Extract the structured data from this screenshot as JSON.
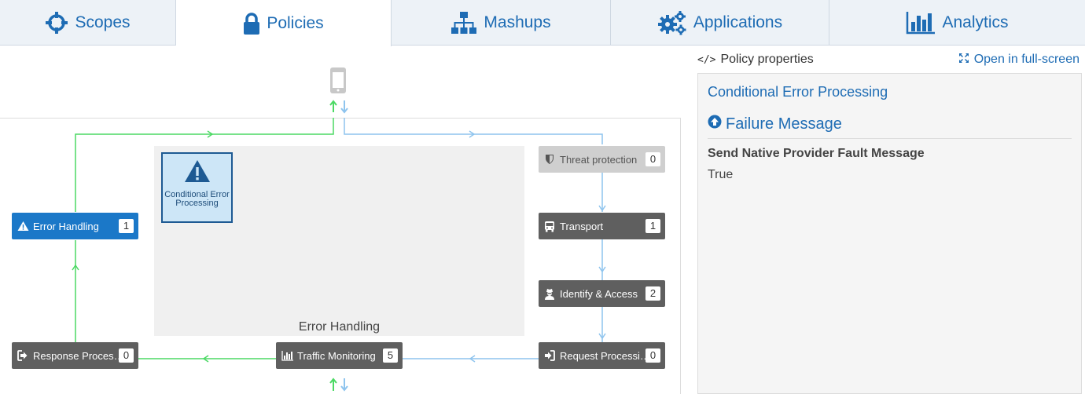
{
  "tabs": [
    {
      "label": "Scopes",
      "icon": "crosshair-icon",
      "active": false
    },
    {
      "label": "Policies",
      "icon": "lock-icon",
      "active": true
    },
    {
      "label": "Mashups",
      "icon": "sitemap-icon",
      "active": false
    },
    {
      "label": "Applications",
      "icon": "gears-icon",
      "active": false
    },
    {
      "label": "Analytics",
      "icon": "bar-chart-icon",
      "active": false
    }
  ],
  "properties": {
    "header_title": "Policy properties",
    "fullscreen_label": "Open in full-screen",
    "policy_title": "Conditional Error Processing",
    "section_title": "Failure Message",
    "field_label": "Send Native Provider Fault Message",
    "field_value": "True"
  },
  "flow": {
    "client_icon": "mobile-phone-icon",
    "zone_label": "Error Handling",
    "selected_policy": {
      "label": "Conditional Error Processing",
      "icon": "warning-icon"
    },
    "steps": {
      "threat_protection": {
        "label": "Threat protection",
        "count": "0",
        "icon": "shield-icon"
      },
      "transport": {
        "label": "Transport",
        "count": "1",
        "icon": "bus-icon"
      },
      "identify_access": {
        "label": "Identify & Access",
        "count": "2",
        "icon": "user-secret-icon"
      },
      "request_processing": {
        "label": "Request Processi…",
        "count": "0",
        "icon": "sign-in-icon"
      },
      "traffic_monitoring": {
        "label": "Traffic Monitoring",
        "count": "5",
        "icon": "bar-chart-icon"
      },
      "response_processing": {
        "label": "Response Proces…",
        "count": "0",
        "icon": "sign-out-icon"
      },
      "error_handling": {
        "label": "Error Handling",
        "count": "1",
        "icon": "warning-icon"
      }
    }
  },
  "colors": {
    "accent": "#1e6cb4",
    "request_line": "#8ec4ee",
    "response_line": "#4cd964",
    "step_dark": "#5f5f5f",
    "step_active": "#1b78c8"
  }
}
